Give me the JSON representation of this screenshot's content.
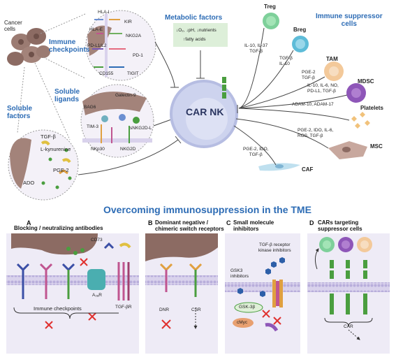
{
  "top": {
    "cancer_cells": "Cancer\ncells",
    "immune_checkpoints": "Immune\ncheckpoints",
    "soluble_ligands": "Soluble\nligands",
    "soluble_factors": "Soluble\nfactors",
    "checkpoint_labels": [
      "HLA-I",
      "KIR",
      "HLA-E",
      "NKG2A",
      "PD-L1/L2",
      "PD-1",
      "CD155",
      "TIGIT"
    ],
    "ligand_labels": [
      "Galectin-9",
      "BAG6",
      "TIM-3",
      "sNKG2D-L",
      "NKp30",
      "NKG2D"
    ],
    "factor_labels": [
      "TGF-β",
      "L-kynurenine",
      "PGE-2",
      "ADO"
    ],
    "metabolic_title": "Metabolic factors",
    "metabolic_line1": "↓O₂, ↓pH, ↓nutrients",
    "metabolic_line2": "↑fatty acids",
    "car_nk": "CAR NK",
    "suppressor_title": "Immune suppressor\ncells",
    "cells": [
      "Treg",
      "Breg",
      "TAM",
      "MDSC",
      "Platelets",
      "MSC",
      "CAF"
    ],
    "cell_factors": [
      "IL-10, IL-37\nTGF-β",
      "TGF-β\nIL-10",
      "PGE-2\nTGF-β",
      "IL-10, IL-6, NO,\nPD-L1, TGF-β",
      "ADAM-10, ADAM-17",
      "PGE-2, IDO, IL-6,\nROS, TGF-β",
      "PGE-2, IDO,\nTGF-β"
    ]
  },
  "main_title": "Overcoming immunosuppression in the TME",
  "panels": {
    "a": {
      "letter": "A",
      "title": "Blocking / neutralizing antibodies",
      "cd73": "CD73",
      "immune_checkpoints": "Immune checkpoints",
      "a2ar": "A₂ₐR",
      "tgfbr": "TGF-βR"
    },
    "b": {
      "letter": "B",
      "title": "Dominant negative /\nchimeric switch receptors",
      "dnr": "DNR",
      "csr": "CSR"
    },
    "c": {
      "letter": "C",
      "title": "Small molecule\ninhibitors",
      "tgfb_inhib": "TGF-β receptor\nkinase inhibitors",
      "gsk3_inhib": "GSK3\ninhibitors",
      "gsk3b": "GSK-3β",
      "cmyc": "cMyc"
    },
    "d": {
      "letter": "D",
      "title": "CARs targeting\nsuppressor cells",
      "car": "CAR"
    }
  },
  "colors": {
    "blue": "#2d6cb5",
    "tumor": "#8c6b63",
    "nk_cell": "#cdd3ee",
    "membrane": "#c9c2e2",
    "green_receptor": "#4a9e3f",
    "inhibit": "#e0312f"
  }
}
